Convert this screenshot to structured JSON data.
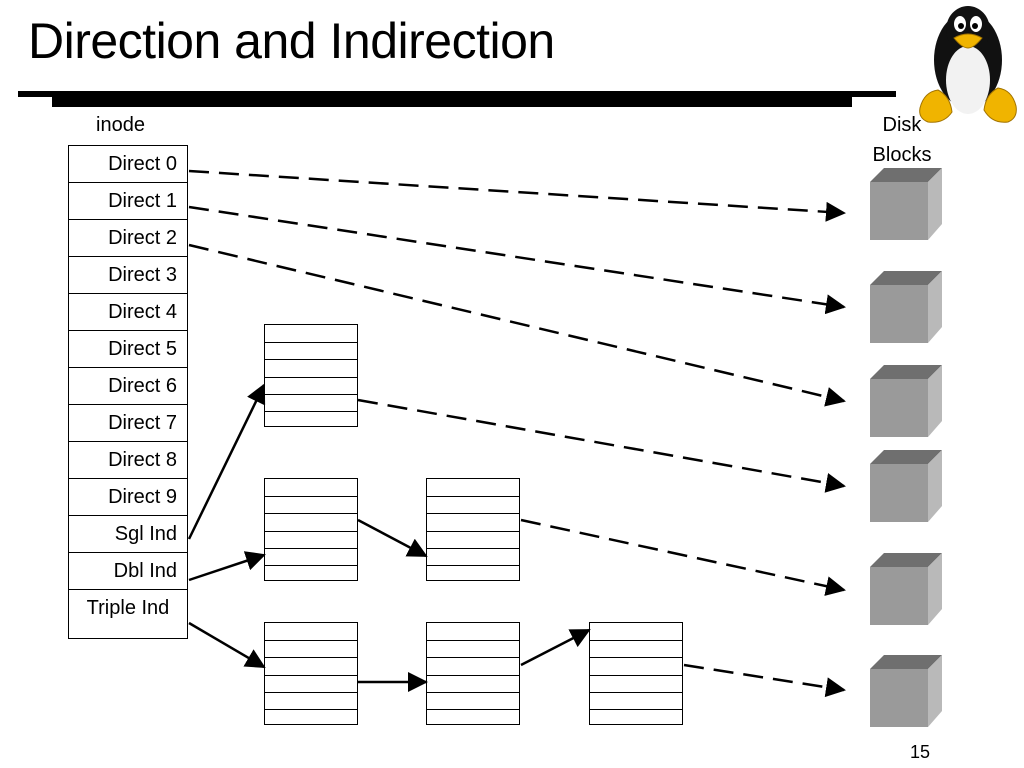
{
  "slide": {
    "title": "Direction and Indirection",
    "page_number": "15"
  },
  "labels": {
    "inode": "inode",
    "disk_blocks": "Disk Blocks"
  },
  "inode_entries": [
    "Direct 0",
    "Direct 1",
    "Direct 2",
    "Direct 3",
    "Direct 4",
    "Direct 5",
    "Direct 6",
    "Direct 7",
    "Direct 8",
    "Direct 9",
    "Sgl Ind",
    "Dbl Ind",
    "Triple Ind"
  ],
  "indirect_block_entries": 6,
  "colors": {
    "cube_front": "#9a9a9a",
    "cube_top": "#6f6f6f",
    "cube_side": "#b9b9b9"
  },
  "icons": {
    "logo": "tux-penguin-icon"
  }
}
